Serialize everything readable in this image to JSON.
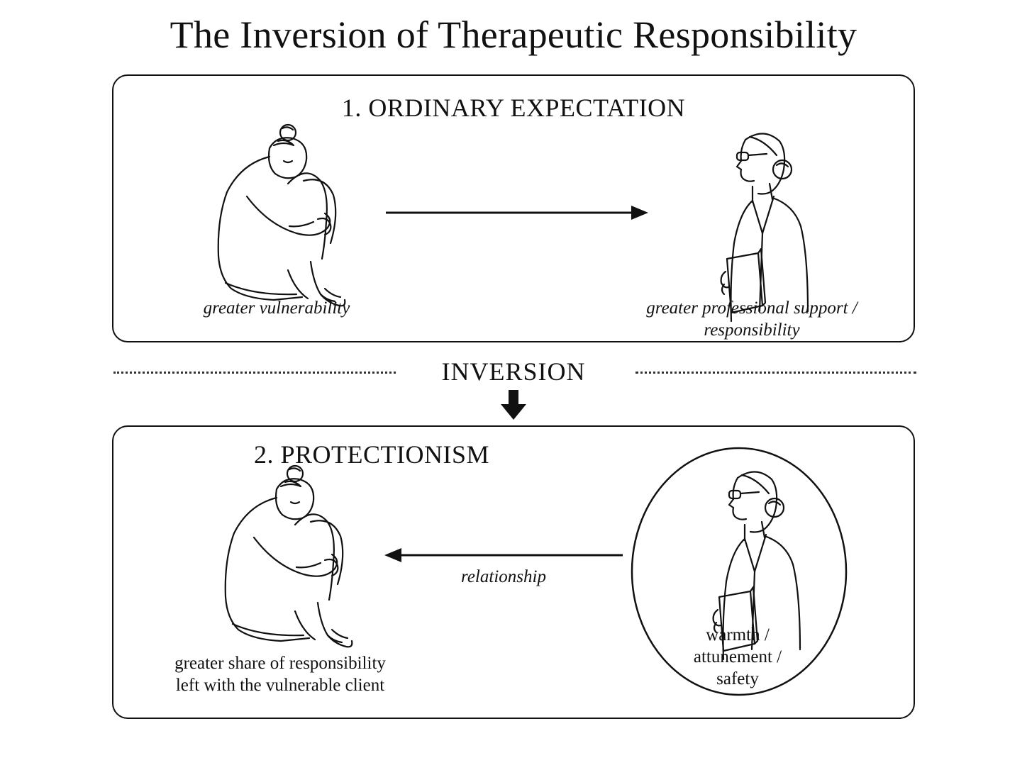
{
  "title": "The Inversion of Therapeutic Responsibility",
  "panel1": {
    "heading": "1. ORDINARY EXPECTATION",
    "client_caption": "greater vulnerability",
    "therapist_caption_line1": "greater professional support /",
    "therapist_caption_line2": "responsibility"
  },
  "divider": {
    "label": "INVERSION"
  },
  "panel2": {
    "heading": "2. PROTECTIONISM",
    "arrow_caption": "relationship",
    "client_caption_line1": "greater share of responsibility",
    "client_caption_line2": "left with the vulnerable client",
    "therapist_caption_line1": "warmth /",
    "therapist_caption_line2": "attunement /",
    "therapist_caption_line3": "safety"
  }
}
